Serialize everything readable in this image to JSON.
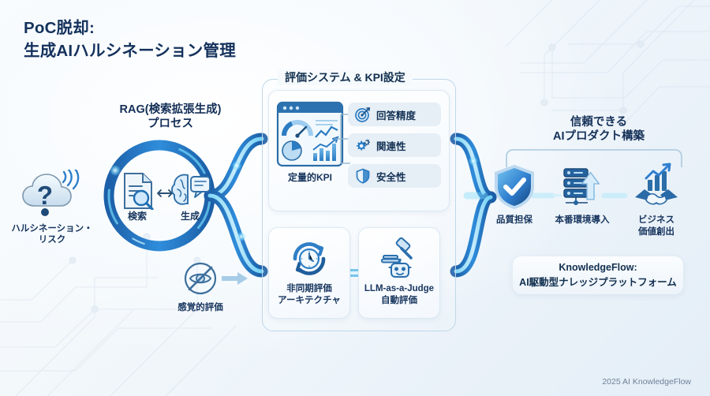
{
  "title": {
    "line1": "PoC脱却:",
    "line2": "生成AIハルシネーション管理"
  },
  "colors": {
    "brand_dark": "#14315c",
    "accent_blue": "#2b7fd4",
    "glow_cyan": "#5fd8ff",
    "pill_bg": "#e6eef6",
    "bg_light": "#f4f9fc"
  },
  "hallucination": {
    "icon": "cloud-question-icon",
    "label": "ハルシネーション・\nリスク"
  },
  "rag": {
    "title": "RAG(検索拡張生成)\nプロセス",
    "ring_icon": "process-ring-icon",
    "items": [
      {
        "icon": "document-search-icon",
        "label": "検索"
      },
      {
        "icon": "brain-generate-icon",
        "label": "生成"
      }
    ],
    "exchange_icon": "double-arrow-icon"
  },
  "sensory": {
    "icon": "eye-crossed-out-icon",
    "label": "感覚的評価",
    "arrow_icon": "right-arrow-icon"
  },
  "evaluation": {
    "frame_title": "評価システム & KPI設定",
    "kpi_dashboard": {
      "icon": "analytics-dashboard-icon",
      "label": "定量的KPI"
    },
    "kpi_items": [
      {
        "icon": "target-icon",
        "label": "回答精度"
      },
      {
        "icon": "gears-icon",
        "label": "関連性"
      },
      {
        "icon": "shield-icon",
        "label": "安全性"
      }
    ],
    "cards": [
      {
        "icon": "clock-cycle-icon",
        "line1": "非同期評価",
        "line2": "アーキテクチャ"
      },
      {
        "icon": "gavel-robot-icon",
        "line1": "LLM-as-a-Judge",
        "line2": "自動評価"
      }
    ]
  },
  "outcome": {
    "title": "信頼できる\nAIプロダクト構築",
    "items": [
      {
        "icon": "shield-check-icon",
        "label": "品質担保"
      },
      {
        "icon": "server-deploy-icon",
        "label": "本番環境導入"
      },
      {
        "icon": "handshake-growth-icon",
        "line1": "ビジネス",
        "line2": "価値創出"
      }
    ],
    "platform": {
      "line1": "KnowledgeFlow:",
      "line2": "AI駆動型ナレッジプラットフォーム"
    }
  },
  "footer": "2025 AI KnowledgeFlow"
}
